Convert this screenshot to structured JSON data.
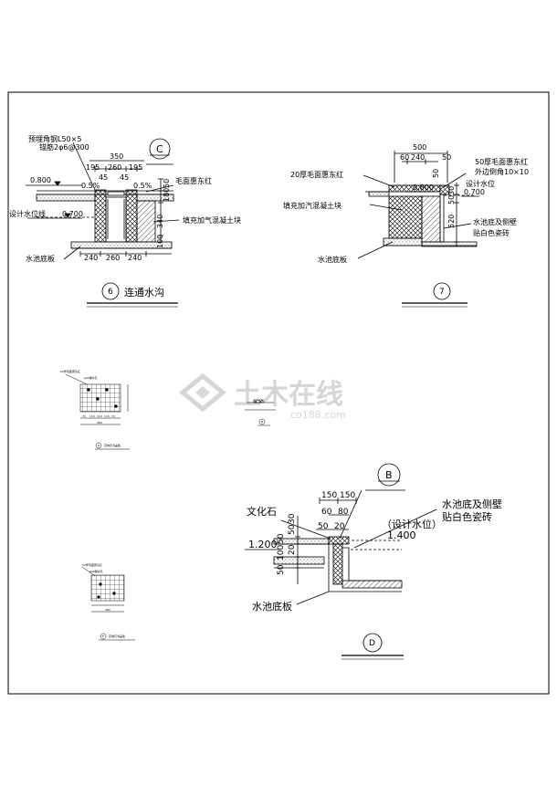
{
  "detail6": {
    "label_embed_1": "预埋角钢L50×5",
    "label_embed_2": "锚筋2φ6@300",
    "dim_350": "350",
    "dim_195a": "195",
    "dim_260": "260",
    "dim_195b": "195",
    "dim_45a": "45",
    "dim_45b": "45",
    "slope_left": "0.5%",
    "slope_right": "0.5%",
    "elev_0800": "0.800",
    "elev_0700": "0.700",
    "label_water": "设计水位线",
    "label_stone": "毛面惠东红",
    "label_fill": "填充加气混凝土块",
    "label_bottom": "水池底板",
    "dim_50": "50",
    "dim_180": "180",
    "dim_340": "340",
    "dim_100": "100",
    "dim_240a": "240",
    "dim_260b": "260",
    "dim_240b": "240",
    "callout": "C",
    "detail_num": "6",
    "title": "连通水沟"
  },
  "detail7": {
    "dim_500": "500",
    "dim_60": "60",
    "dim_240": "240",
    "dim_50a": "50",
    "dim_50b": "50",
    "label_stone20": "20厚毛面惠东红",
    "label_stone50_1": "50厚毛面惠东红",
    "label_stone50_2": "外边倒角10×10",
    "label_water": "设计水位",
    "elev_0800": "0.800",
    "elev_0700": "0.700",
    "label_fill": "填充加汽混凝土块",
    "label_walls_1": "水池底及侧壁",
    "label_walls_2": "贴白色瓷砖",
    "label_bottom": "水池底板",
    "dim_30": "30",
    "dim_50c": "50",
    "dim_520": "520",
    "detail_num": "7"
  },
  "detailA": {
    "label_1": "50厚毛面惠东红",
    "label_2": "φ20漏水孔",
    "dims": [
      "70",
      "110",
      "110",
      "110",
      "70"
    ],
    "dim_total": "480",
    "caption_num": "A",
    "caption": "花岗石沟盖板"
  },
  "detailB_small": {
    "caption_num": "B"
  },
  "detailE": {
    "label_1": "50厚毛面惠东红",
    "label_2": "φ20漏水孔",
    "dim_total": "360",
    "caption_num": "E",
    "caption": "花岗石沟盖板"
  },
  "detailD": {
    "callout": "B",
    "dim_150a": "150",
    "dim_150b": "150",
    "dim_60": "60",
    "dim_80": "80",
    "dim_50": "50",
    "dim_20": "20",
    "label_stone": "文化石",
    "label_walls_1": "水池底及侧壁",
    "label_walls_2": "贴白色瓷砖",
    "label_water": "（设计水位）",
    "elev_1400": "1.400",
    "elev_1200": "1.200",
    "vdims": [
      "50",
      "30",
      "50",
      "20",
      "100",
      "50"
    ],
    "label_bottom": "水池底板",
    "detail_num": "D"
  },
  "watermark": {
    "brand": "土木在线",
    "site": "co188.com"
  },
  "colors": {
    "line": "#000000",
    "hatch": "#000000",
    "watermark": "#d6d6d6"
  }
}
